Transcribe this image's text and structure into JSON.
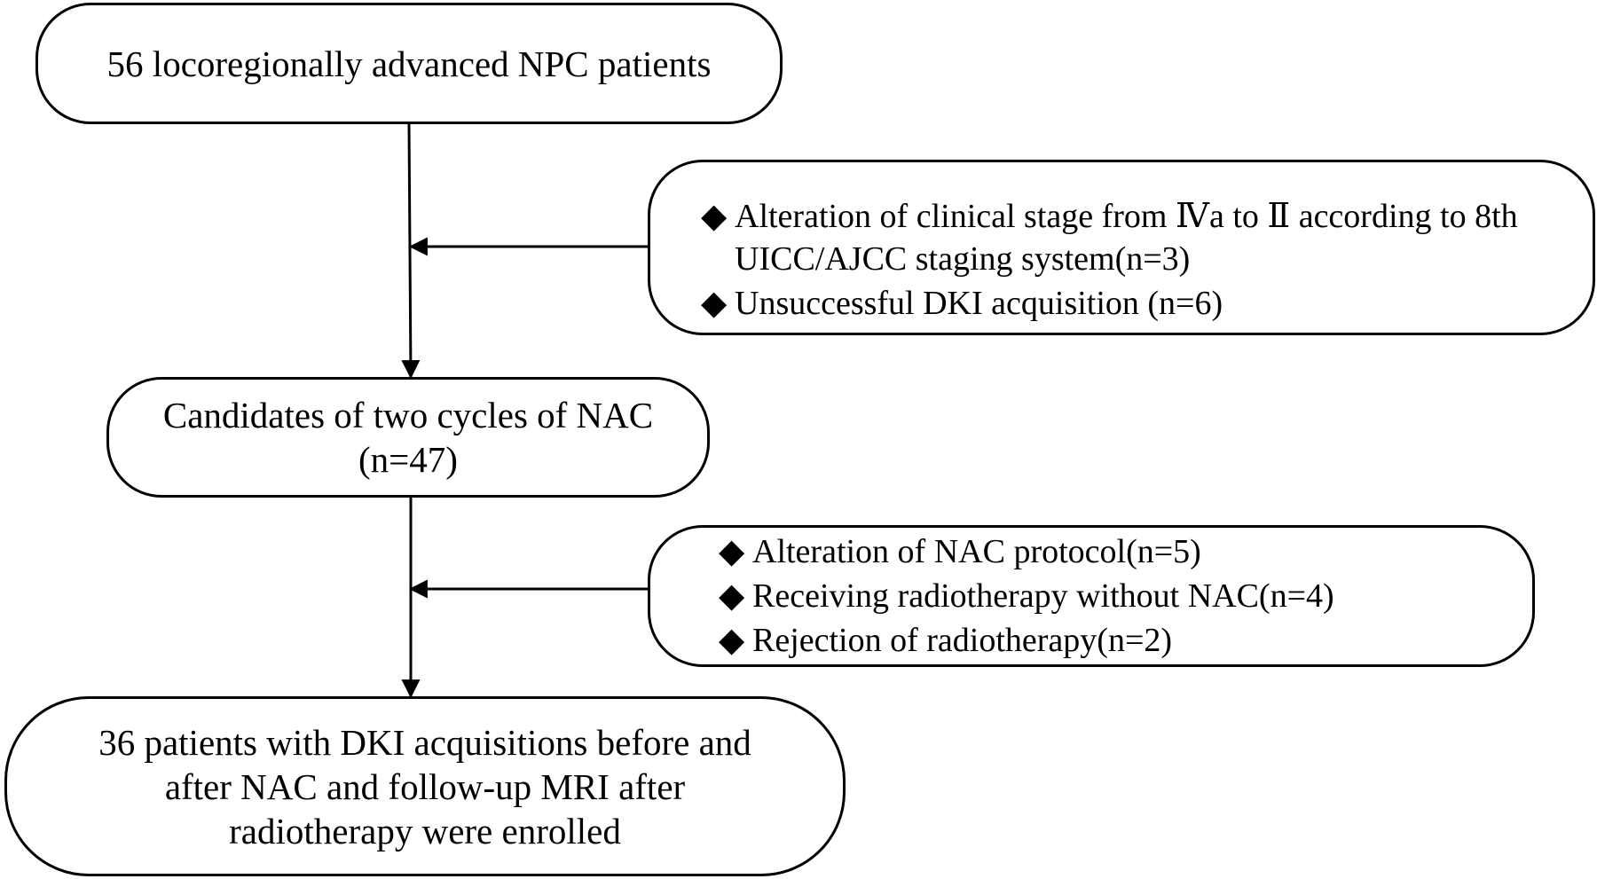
{
  "flowchart": {
    "steps": [
      {
        "id": "start",
        "lines": [
          "56 locoregionally advanced NPC patients"
        ]
      },
      {
        "id": "candidates",
        "lines": [
          "Candidates of two cycles of NAC",
          "(n=47)"
        ]
      },
      {
        "id": "enrolled",
        "lines": [
          "36 patients with DKI acquisitions before and",
          "after NAC and follow-up MRI after",
          "radiotherapy were enrolled"
        ]
      }
    ],
    "exclusions": [
      {
        "id": "exclusion-1",
        "bullet": "◆",
        "items": [
          {
            "lines": [
              "Alteration of clinical stage from Ⅳa to Ⅱ according to 8th",
              "UICC/AJCC staging system(n=3)"
            ]
          },
          {
            "lines": [
              "Unsuccessful DKI acquisition (n=6)"
            ]
          }
        ]
      },
      {
        "id": "exclusion-2",
        "bullet": "◆",
        "items": [
          {
            "lines": [
              "Alteration of NAC protocol(n=5)"
            ]
          },
          {
            "lines": [
              "Receiving radiotherapy without NAC(n=4)"
            ]
          },
          {
            "lines": [
              "Rejection of radiotherapy(n=2)"
            ]
          }
        ]
      }
    ]
  }
}
